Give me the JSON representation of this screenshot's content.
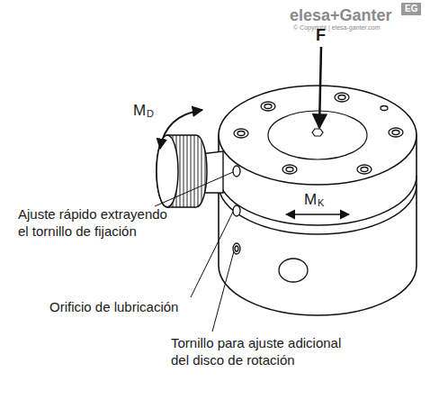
{
  "diagram": {
    "labels": [
      "elesa+Ganter",
      "EG",
      "© Copyright | elesa-ganter.com",
      "F",
      "M",
      "D",
      "M",
      "K",
      "Ajuste rápido extrayendo el tornillo de fijación",
      "Orificio de lubricación",
      "Tornillo para ajuste adicional del disco de rotación"
    ]
  }
}
